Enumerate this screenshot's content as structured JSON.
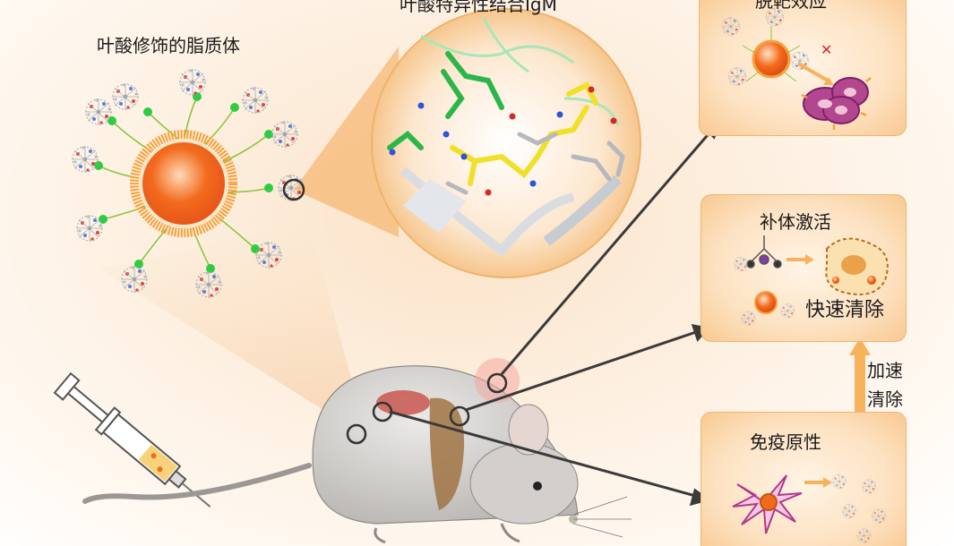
{
  "labels": {
    "liposome_title": "叶酸修饰的脂质体",
    "igm_title": "叶酸特异性结合IgM",
    "off_target": "脱靶效应",
    "complement": "补体激活",
    "rapid_clear": "快速清除",
    "immunogenicity": "免疫原性",
    "accelerate_clear_line1": "加速",
    "accelerate_clear_line2": "清除"
  },
  "colors": {
    "box_fill": "#fde2c2",
    "box_border": "#f0b56f",
    "liposome_core": "#f26b1d",
    "folate_ligand": "#2ecc40",
    "arrow": "#3a3a3a",
    "accent_arrow": "#f7b35c",
    "cancel_mark": "#d62828",
    "cell_membrane": "#9b2c8a"
  },
  "icons": [
    "syringe-icon",
    "mouse-illustration",
    "liposome-icon",
    "protein-structure",
    "cancer-cell-icon",
    "macrophage-icon",
    "dendritic-cell-icon"
  ]
}
